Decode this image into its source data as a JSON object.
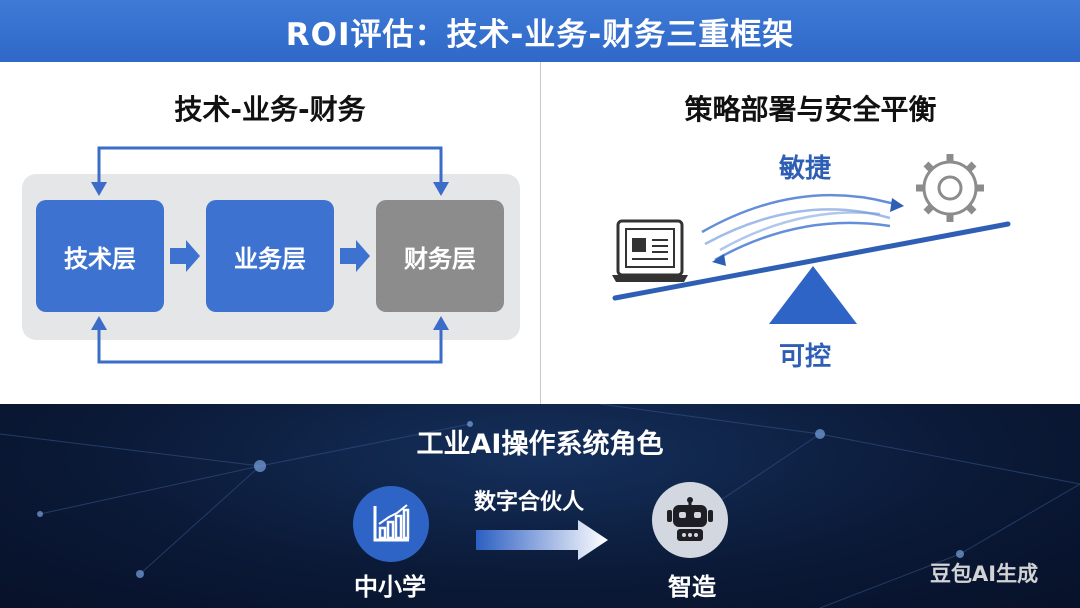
{
  "header": {
    "title": "ROI评估：技术-业务-财务三重框架"
  },
  "left_panel": {
    "title": "技术-业务-财务",
    "layers": [
      "技术层",
      "业务层",
      "财务层"
    ]
  },
  "right_panel": {
    "title": "策略部署与安全平衡",
    "top_label": "敏捷",
    "bottom_label": "可控"
  },
  "bottom_panel": {
    "title": "工业AI操作系统角色",
    "left_label": "中小学",
    "arrow_label": "数字合伙人",
    "right_label": "智造",
    "watermark": "豆包AI生成"
  },
  "colors": {
    "header_blue": "#3a73d2",
    "layer_blue": "#3e72d0",
    "layer_gray": "#8c8c8c",
    "dark_navy": "#0b1a38"
  },
  "icons": [
    "laptop-icon",
    "gear-icon",
    "bar-chart-icon",
    "robot-icon"
  ]
}
